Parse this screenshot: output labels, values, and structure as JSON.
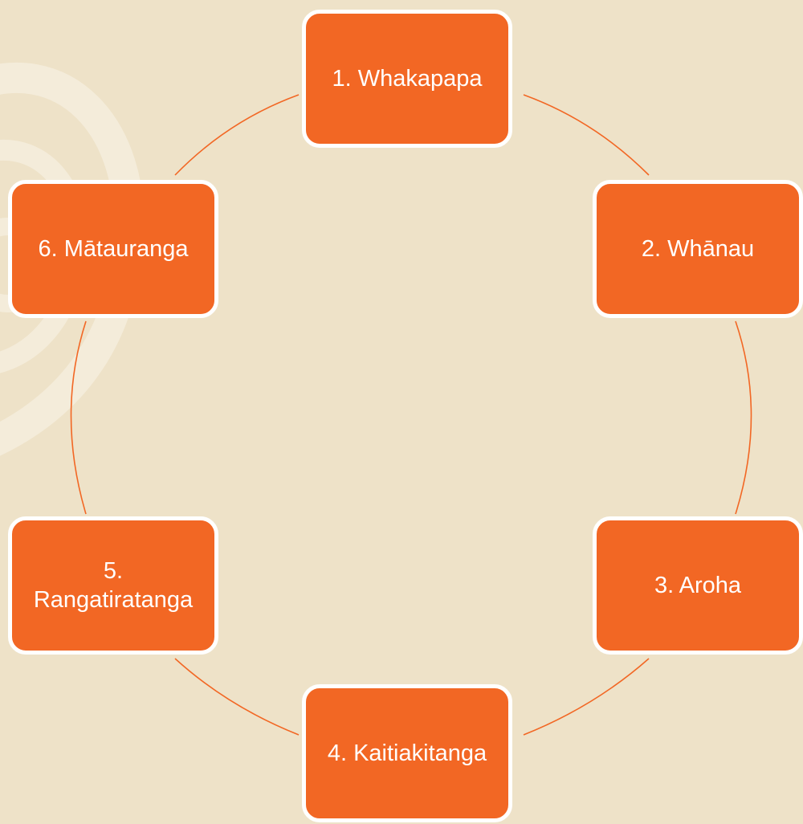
{
  "diagram": {
    "type": "cycle",
    "colors": {
      "background": "#eee2c8",
      "node_fill": "#f26724",
      "node_border": "#ffffff",
      "connector": "#f26724"
    },
    "nodes": [
      {
        "label": "1. Whakapapa"
      },
      {
        "label": "2. Whānau"
      },
      {
        "label": "3. Aroha"
      },
      {
        "label": "4. Kaitiakitanga"
      },
      {
        "label": "5.\nRangatiratanga"
      },
      {
        "label": "6. Mātauranga"
      }
    ]
  }
}
